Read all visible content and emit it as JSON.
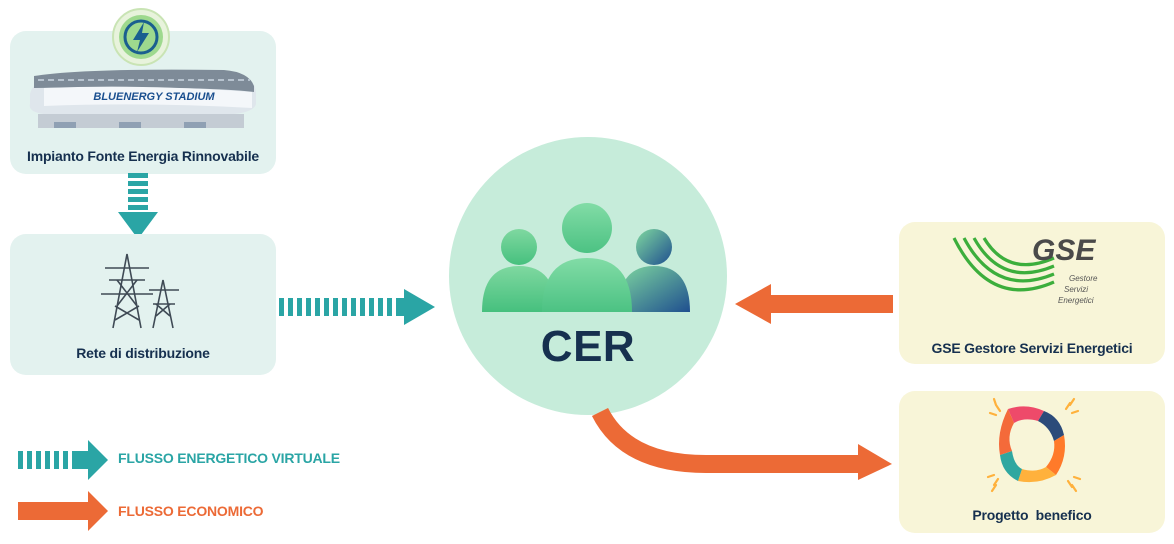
{
  "nodes": {
    "impianto": {
      "label": "Impianto Fonte Energia Rinnovabile",
      "stadium_text": "BLUENERGY STADIUM"
    },
    "rete": {
      "label": "Rete di distribuzione"
    },
    "cer": {
      "label": "CER"
    },
    "gse": {
      "label": "GSE Gestore Servizi Energetici",
      "logo_text": "GSE",
      "logo_line1": "Gestore",
      "logo_line2": "Servizi",
      "logo_line3": "Energetici"
    },
    "progetto": {
      "label": "Progetto  benefico"
    }
  },
  "legend": {
    "energetico": "FLUSSO ENERGETICO VIRTUALE",
    "economico": "FLUSSO ECONOMICO"
  },
  "colors": {
    "energy_flow": "#2aa5a5",
    "economic_flow": "#ec6a36",
    "label_dark": "#16304f",
    "card_green": "#e3f2ef",
    "card_yellow": "#f8f5d8",
    "cer_circle": "#c6ecda"
  },
  "icons": [
    "lightning-icon",
    "stadium-icon",
    "power-tower-icon",
    "people-icon",
    "gse-logo",
    "hands-icon"
  ]
}
